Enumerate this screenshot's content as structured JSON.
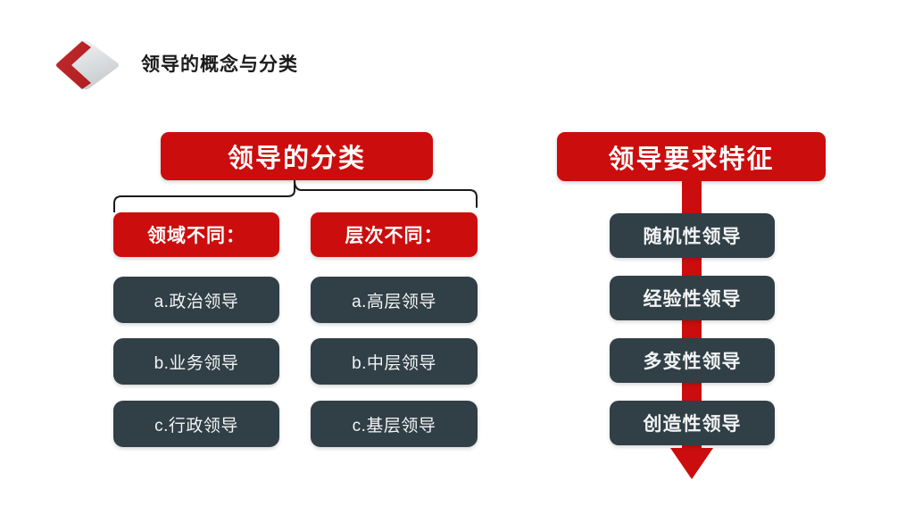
{
  "slide": {
    "background_color": "#ffffff",
    "accent_red": "#cc0d0d",
    "dark_slate": "#313f47",
    "logo_gray": "#d9dcde"
  },
  "header": {
    "logo_icon": "chevron-diamond-logo-icon",
    "title": "领导的概念与分类"
  },
  "left_panel": {
    "main_header": "领导的分类",
    "bracket_icon": "split-bracket-icon",
    "branches": [
      {
        "header": "领域不同：",
        "items": [
          "a.政治领导",
          "b.业务领导",
          "c.行政领导"
        ]
      },
      {
        "header": "层次不同：",
        "items": [
          "a.高层领导",
          "b.中层领导",
          "c.基层领导"
        ]
      }
    ]
  },
  "right_panel": {
    "main_header": "领导要求特征",
    "arrow_icon": "down-arrow-icon",
    "items": [
      "随机性领导",
      "经验性领导",
      "多变性领导",
      "创造性领导"
    ]
  }
}
